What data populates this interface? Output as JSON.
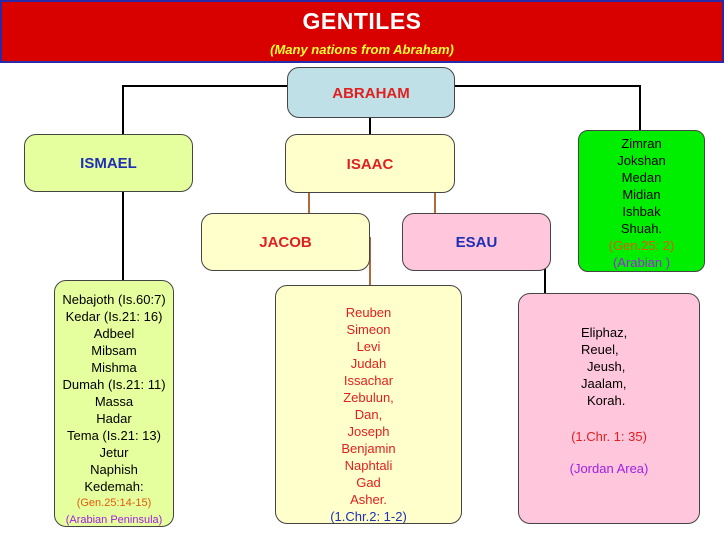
{
  "header": {
    "title": "GENTILES",
    "subtitle": "(Many nations from Abraham)"
  },
  "abraham": "ABRAHAM",
  "ismael": "ISMAEL",
  "isaac": "ISAAC",
  "jacob": "JACOB",
  "esau": "ESAU",
  "keturah_sons": {
    "names": [
      "Zimran",
      "Jokshan",
      "Medan",
      "Midian",
      "Ishbak",
      "Shuah."
    ],
    "ref": "(Gen.25: 2)",
    "region": "(Arabian )"
  },
  "ismael_sons": {
    "names": [
      "Nebajoth  (Is.60:7)",
      "Kedar (Is.21: 16)",
      "Adbeel",
      "Mibsam",
      "Mishma",
      "Dumah (Is.21: 11)",
      "Massa",
      "Hadar",
      "Tema (Is.21: 13)",
      "Jetur",
      "Naphish",
      "Kedemah:"
    ],
    "ref": "(Gen.25:14-15)",
    "region": "(Arabian Peninsula)"
  },
  "jacob_sons": {
    "names": [
      "Reuben",
      "Simeon",
      "Levi",
      "Judah",
      "Issachar",
      "Zebulun,",
      "Dan,",
      "Joseph",
      "Benjamin",
      "Naphtali",
      "Gad",
      "Asher."
    ],
    "ref": "(1.Chr.2: 1-2)"
  },
  "esau_sons": {
    "names": [
      "Eliphaz,",
      "Reuel,",
      "Jeush,",
      "Jaalam,",
      "Korah."
    ],
    "ref": "(1.Chr. 1: 35)",
    "region": "(Jordan Area)"
  },
  "colors": {
    "header_bg": "#d90000",
    "abraham_bg": "#bfe0e6",
    "ismael_bg": "#e6ff9e",
    "isaac_bg": "#ffffcc",
    "jacob_bg": "#ffffcc",
    "esau_bg": "#ffc6dc",
    "keturah_bg": "#00ee00",
    "name_red": "#e02020",
    "name_blue": "#1e2fb5"
  }
}
